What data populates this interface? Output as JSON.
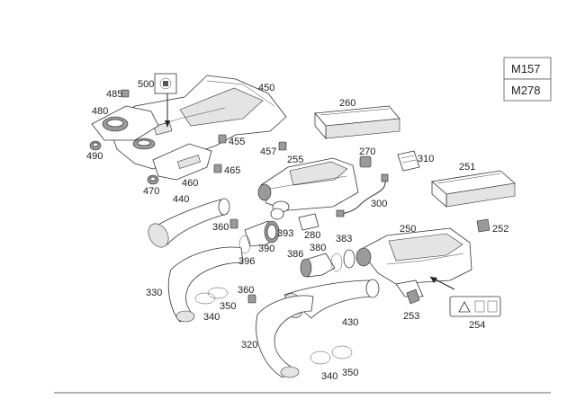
{
  "engines": [
    "M157",
    "M278"
  ],
  "callouts": {
    "p485": "485",
    "p500": "500",
    "p450": "450",
    "p480": "480",
    "p455": "455",
    "p490": "490",
    "p457": "457",
    "p465": "465",
    "p460": "460",
    "p470": "470",
    "p440": "440",
    "p260": "260",
    "p270": "270",
    "p310": "310",
    "p255": "255",
    "p251": "251",
    "p300": "300",
    "p250": "250",
    "p252": "252",
    "p360a": "360",
    "p393": "393",
    "p280": "280",
    "p390": "390",
    "p396": "396",
    "p383": "383",
    "p380": "380",
    "p386": "386",
    "p330": "330",
    "p360b": "360",
    "p350a": "350",
    "p340a": "340",
    "p430": "430",
    "p253": "253",
    "p254": "254",
    "p320": "320",
    "p340b": "340",
    "p350b": "350"
  }
}
